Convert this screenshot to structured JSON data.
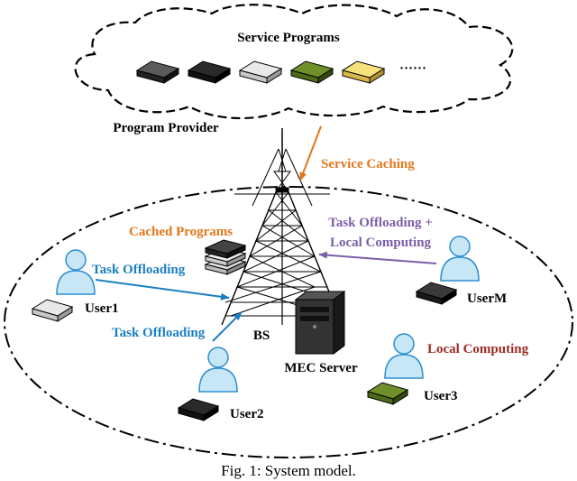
{
  "labels": {
    "service_programs": "Service Programs",
    "program_provider": "Program Provider",
    "service_caching": "Service Caching",
    "cached_programs": "Cached Programs",
    "task_offloading_local_line1": "Task Offloading +",
    "task_offloading_local_line2": "Local Computing",
    "task_offloading_user1": "Task Offloading",
    "task_offloading_user2": "Task Offloading",
    "local_computing": "Local Computing",
    "bs": "BS",
    "mec_server": "MEC Server",
    "user1": "User1",
    "user2": "User2",
    "user3": "User3",
    "userm": "UserM",
    "dots": "······"
  },
  "caption": "Fig. 1: System model.",
  "colors": {
    "orange": "#e2761b",
    "blue": "#1a7fc0",
    "purple": "#7a5ea8",
    "red": "#9a2b25",
    "user_fill": "#c7e6f6",
    "user_stroke": "#2a8fd0"
  }
}
